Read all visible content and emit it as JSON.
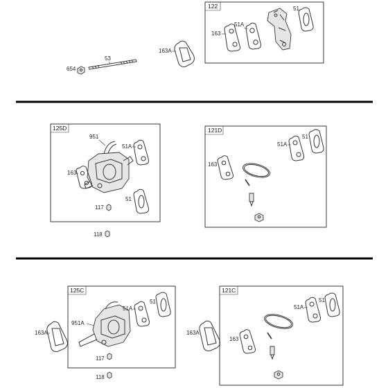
{
  "sections": [
    {
      "kit_box": {
        "label": "122"
      },
      "labels": {
        "stud": "53",
        "nut": "654",
        "gasket_outer": "163A",
        "kit_163": "163",
        "kit_51a": "51A",
        "kit_51": "51"
      }
    },
    {
      "carb_box": {
        "label": "125D"
      },
      "kit_box": {
        "label": "121D"
      },
      "labels": {
        "carb_951": "951",
        "carb_51a": "51A",
        "carb_163": "163",
        "carb_51": "51",
        "carb_117": "117",
        "outer_118": "118",
        "kit_163": "163",
        "kit_51a": "51A",
        "kit_51": "51"
      }
    },
    {
      "carb_box": {
        "label": "125C"
      },
      "kit_box": {
        "label": "121C"
      },
      "labels": {
        "outer_163a_left": "163A",
        "carb_951a": "951A",
        "carb_51a": "51A",
        "carb_51": "51",
        "carb_117": "117",
        "outer_118": "118",
        "outer_163a_mid": "163A",
        "kit_163": "163",
        "kit_51a": "51A",
        "kit_51": "51"
      }
    }
  ],
  "colors": {
    "line": "#333333",
    "divider": "#000000",
    "part_fill": "#e6e6e6"
  }
}
